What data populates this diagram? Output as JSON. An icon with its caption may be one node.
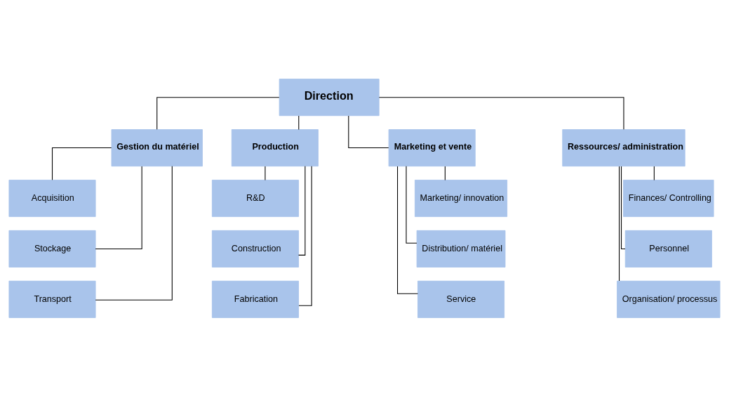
{
  "diagram": {
    "nodes": [
      {
        "text": [
          "Direction"
        ]
      },
      {
        "text": [
          "Gestion du matériel"
        ]
      },
      {
        "text": [
          "Acquisition"
        ]
      },
      {
        "text": [
          "Stockage"
        ]
      },
      {
        "text": [
          "Transport"
        ]
      },
      {
        "text": [
          "Production"
        ]
      },
      {
        "text": [
          "R&D"
        ]
      },
      {
        "text": [
          "Construction"
        ]
      },
      {
        "text": [
          "Fabrication"
        ]
      },
      {
        "text": [
          "Marketing et vente"
        ]
      },
      {
        "text": [
          "Marketing/ innovation"
        ]
      },
      {
        "text": [
          "Distribution/ matériel"
        ]
      },
      {
        "text": [
          "Service"
        ]
      },
      {
        "text": [
          "Ressources/ administration"
        ]
      },
      {
        "text": [
          "Finances/ Controlling"
        ]
      },
      {
        "text": [
          "Personnel"
        ]
      },
      {
        "text": [
          "Organisation/ processus"
        ]
      }
    ],
    "edges": [
      {
        "from": 0,
        "to": 1,
        "arrow": "none"
      },
      {
        "from": 0,
        "to": 5,
        "arrow": "none"
      },
      {
        "from": 0,
        "to": 9,
        "arrow": "none"
      },
      {
        "from": 0,
        "to": 13,
        "arrow": "none"
      },
      {
        "from": 1,
        "to": 2,
        "arrow": "none"
      },
      {
        "from": 1,
        "to": 3,
        "arrow": "none"
      },
      {
        "from": 1,
        "to": 4,
        "arrow": "none"
      },
      {
        "from": 5,
        "to": 6,
        "arrow": "none"
      },
      {
        "from": 5,
        "to": 7,
        "arrow": "none"
      },
      {
        "from": 5,
        "to": 8,
        "arrow": "none"
      },
      {
        "from": 9,
        "to": 10,
        "arrow": "none"
      },
      {
        "from": 9,
        "to": 11,
        "arrow": "none"
      },
      {
        "from": 9,
        "to": 12,
        "arrow": "none"
      },
      {
        "from": 13,
        "to": 14,
        "arrow": "none"
      },
      {
        "from": 13,
        "to": 15,
        "arrow": "none"
      },
      {
        "from": 13,
        "to": 16,
        "arrow": "none"
      }
    ]
  }
}
